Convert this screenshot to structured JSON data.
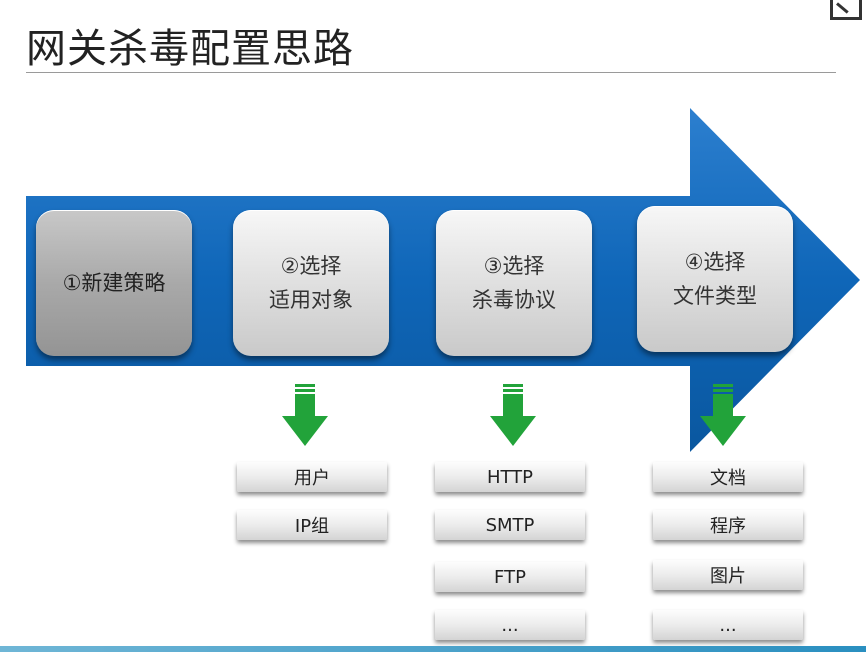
{
  "title": "网关杀毒配置思路",
  "steps": [
    {
      "line1": "①新建策略",
      "line2": ""
    },
    {
      "line1": "②选择",
      "line2": "适用对象"
    },
    {
      "line1": "③选择",
      "line2": "杀毒协议"
    },
    {
      "line1": "④选择",
      "line2": "文件类型"
    }
  ],
  "objects": [
    "用户",
    "IP组"
  ],
  "protocols": [
    "HTTP",
    "SMTP",
    "FTP",
    "..."
  ],
  "file_types": [
    "文档",
    "程序",
    "图片",
    "..."
  ],
  "colors": {
    "arrow_blue": "#0f66b8",
    "green": "#22a33a"
  },
  "icons": {
    "corner": "restore-icon",
    "down_arrow": "green-down-arrow-icon"
  }
}
